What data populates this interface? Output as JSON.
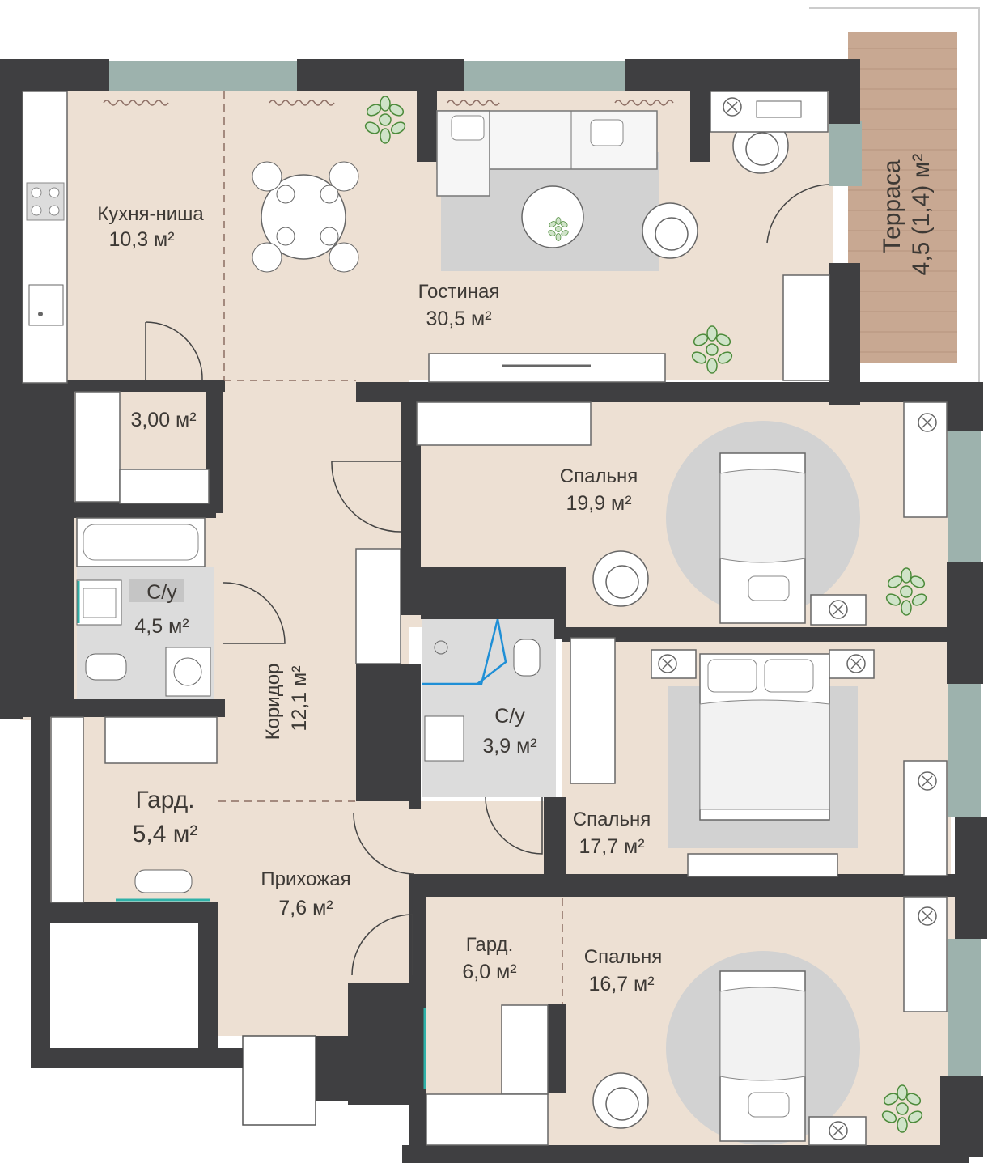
{
  "colors": {
    "wall": "#3f3f41",
    "floor": "#ede0d3",
    "tile": "#dcdcdc",
    "rug": "#d2d2d2",
    "window": "#9db2ad",
    "terrace": "#c8a892",
    "accent": "#1f8fd6",
    "text": "#3d3935"
  },
  "rooms": {
    "kitchen": {
      "name": "Кухня-ниша",
      "area": "10,3 м²"
    },
    "living": {
      "name": "Гостиная",
      "area": "30,5 м²"
    },
    "terrace": {
      "name": "Терраса",
      "area": "4,5 (1,4) м²"
    },
    "storage": {
      "area": "3,00 м²"
    },
    "bath1": {
      "name": "С/у",
      "area": "4,5 м²"
    },
    "corridor": {
      "name": "Коридор",
      "area": "12,1 м²"
    },
    "bedroom1": {
      "name": "Спальня",
      "area": "19,9 м²"
    },
    "bath2": {
      "name": "С/у",
      "area": "3,9 м²"
    },
    "wardrobe1": {
      "name": "Гард.",
      "area": "5,4 м²"
    },
    "bedroom2": {
      "name": "Спальня",
      "area": "17,7 м²"
    },
    "hall": {
      "name": "Прихожая",
      "area": "7,6 м²"
    },
    "wardrobe2": {
      "name": "Гард.",
      "area": "6,0 м²"
    },
    "bedroom3": {
      "name": "Спальня",
      "area": "16,7 м²"
    }
  },
  "icons": {
    "stove": "stove-icon",
    "sink": "sink-icon",
    "bathtub": "bathtub-icon",
    "toilet": "toilet-icon",
    "washer": "washing-machine-icon",
    "bed": "bed-icon",
    "sofa": "sofa-icon",
    "table": "dining-table-icon",
    "plant": "plant-icon",
    "armchair": "armchair-icon",
    "desk": "desk-icon",
    "wardrobe": "wardrobe-icon"
  }
}
